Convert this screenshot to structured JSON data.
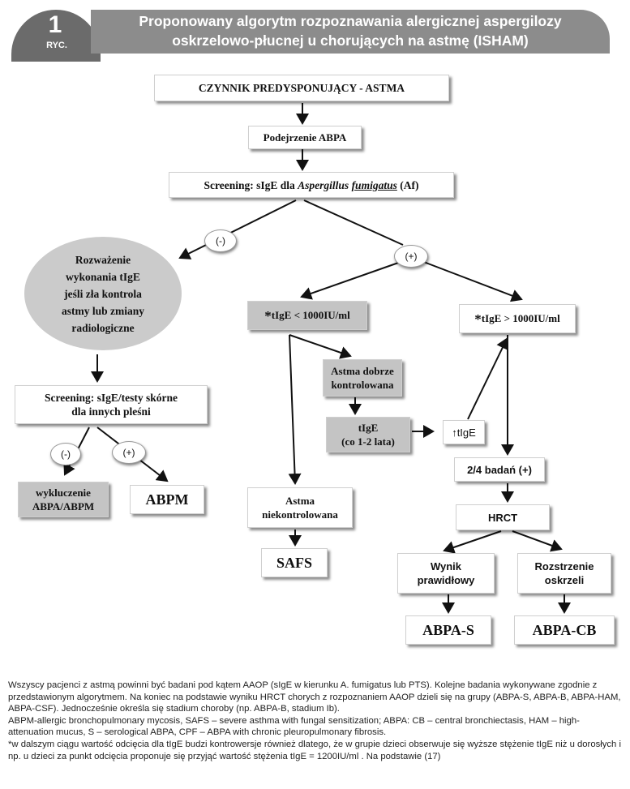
{
  "header": {
    "figure_number": "1",
    "figure_label": "RYC.",
    "title_line1": "Proponowany algorytm rozpoznawania alergicznej aspergilozy",
    "title_line2": "oskrzelowo-płucnej u chorujących na astmę (ISHAM)"
  },
  "nodes": {
    "predisposing": "CZYNNIK PREDYSPONUJĄCY - ASTMA",
    "suspicion": "Podejrzenie ABPA",
    "screening_af_prefix": "Screening: sIgE dla ",
    "screening_af_italic1": "Aspergillus",
    "screening_af_italic2": "fumigatus",
    "screening_af_suffix": " (Af)",
    "consider_tige": [
      "Rozważenie",
      "wykonania tIgE",
      "jeśli zła kontrola",
      "astmy lub zmiany",
      "radiologiczne"
    ],
    "screening_other": [
      "Screening: sIgE/testy skórne",
      "dla innych pleśni"
    ],
    "exclusion": [
      "wykluczenie",
      "ABPA/ABPM"
    ],
    "abpm": "ABPM",
    "tige_low_star": "*",
    "tige_low": "tIgE < 1000IU/ml",
    "tige_high_star": "*",
    "tige_high": "tIgE > 1000IU/ml",
    "asthma_controlled": [
      "Astma dobrze",
      "kontrolowana"
    ],
    "tige_followup": [
      "tIgE",
      "(co 1-2 lata)"
    ],
    "rising_tige": "↑tIgE",
    "asthma_uncontrolled": [
      "Astma",
      "niekontrolowana"
    ],
    "safs": "SAFS",
    "tests_positive": "2/4 badań (+)",
    "hrct": "HRCT",
    "normal_result": [
      "Wynik",
      "prawidłowy"
    ],
    "bronchiectasis": [
      "Rozstrzenie",
      "oskrzeli"
    ],
    "abpa_s": "ABPA-S",
    "abpa_cb": "ABPA-CB"
  },
  "signs": {
    "neg1": "(-)",
    "pos1": "(+)",
    "neg2": "(-)",
    "pos2": "(+)"
  },
  "notes": {
    "p1": "Wszyscy pacjenci z astmą powinni być badani pod kątem AAOP (sIgE w kierunku A. fumigatus lub PTS). Kolejne badania wykonywane zgodnie z przedstawionym algorytmem. Na koniec na podstawie wyniku HRCT chorych z rozpoznaniem AAOP dzieli się na grupy (ABPA-S, ABPA-B, ABPA-HAM, ABPA-CSF). Jednocześnie określa się stadium choroby (np. ABPA-B, stadium Ib).",
    "p2": "ABPM-allergic bronchopulmonary mycosis, SAFS – severe asthma with fungal sensitization; ABPA: CB – central bronchiectasis, HAM – high-attenuation mucus, S – serological ABPA, CPF – ABPA with chronic pleuropulmonary fibrosis.",
    "p3": "*w dalszym ciągu wartość odcięcia dla tIgE budzi kontrowersje również dlatego, że w grupie dzieci obserwuje się wyższe stężenie tIgE niż u dorosłych i np. u dzieci za punkt odcięcia proponuje się przyjąć wartość stężenia tIgE = 1200IU/ml . Na podstawie (17)"
  },
  "colors": {
    "header_badge": "#6b6b6b",
    "header_bar": "#8c8c8c",
    "grey_box": "#c4c4c4",
    "oval": "#cbcbcb"
  }
}
